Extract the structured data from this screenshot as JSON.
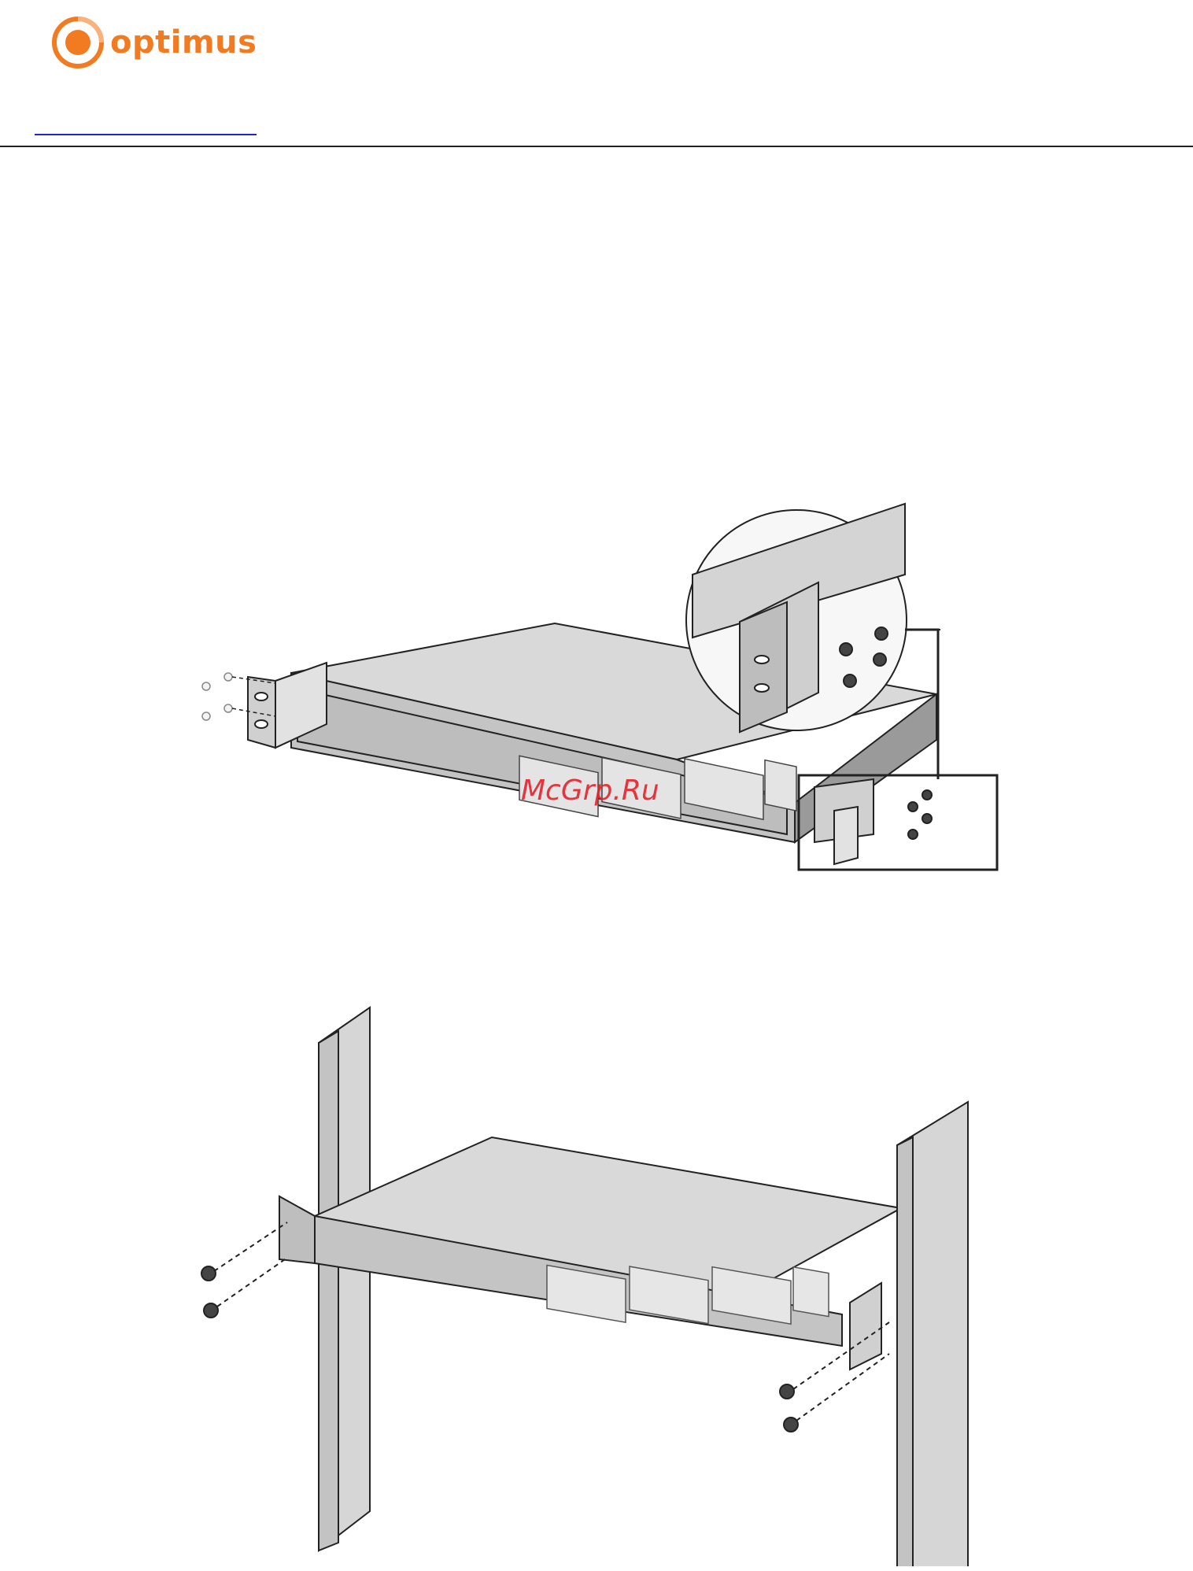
{
  "header": {
    "brand": "optimus",
    "logo_icon": "optimus-logo-icon",
    "link_color": "#2323d6",
    "brand_color": "#f27a21"
  },
  "watermark": {
    "text": "McGrp.Ru",
    "color": "#e8202a"
  },
  "figures": [
    {
      "name": "bracket-attachment-diagram",
      "icons": [
        "switch-icon",
        "bracket-icon",
        "screw-icon",
        "magnifier-callout-icon"
      ]
    },
    {
      "name": "rack-mount-diagram",
      "icons": [
        "rack-rail-icon",
        "switch-icon",
        "screw-icon"
      ]
    }
  ]
}
